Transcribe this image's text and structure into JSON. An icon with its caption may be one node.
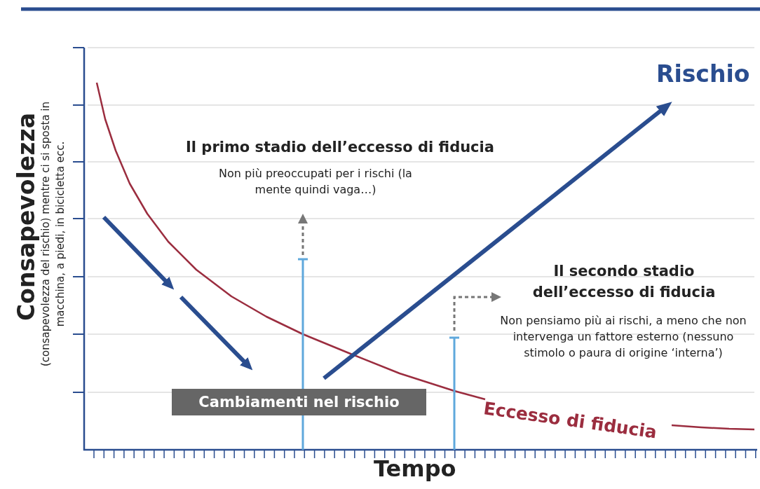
{
  "diagram": {
    "nodes": [
      {
        "text": [
          "Cambiamenti nel rischio"
        ]
      }
    ],
    "labels": [
      "Rischio",
      "Il primo stadio dell’eccesso di fiducia",
      "Non più preoccupati per i rischi (la mente quindi vaga…)",
      "Il secondo stadio dell’eccesso di fiducia",
      "Non pensiamo più ai rischi, a meno che non intervenga un fattore esterno (nessuno stimolo o paura di origine ‘interna’)",
      "Consapevolezza",
      "(consapevolezza del rischio) mentre ci si sposta in macchina, a piedi, in bicicletta ecc.",
      "Eccesso di fiducia",
      "Tempo"
    ]
  }
}
